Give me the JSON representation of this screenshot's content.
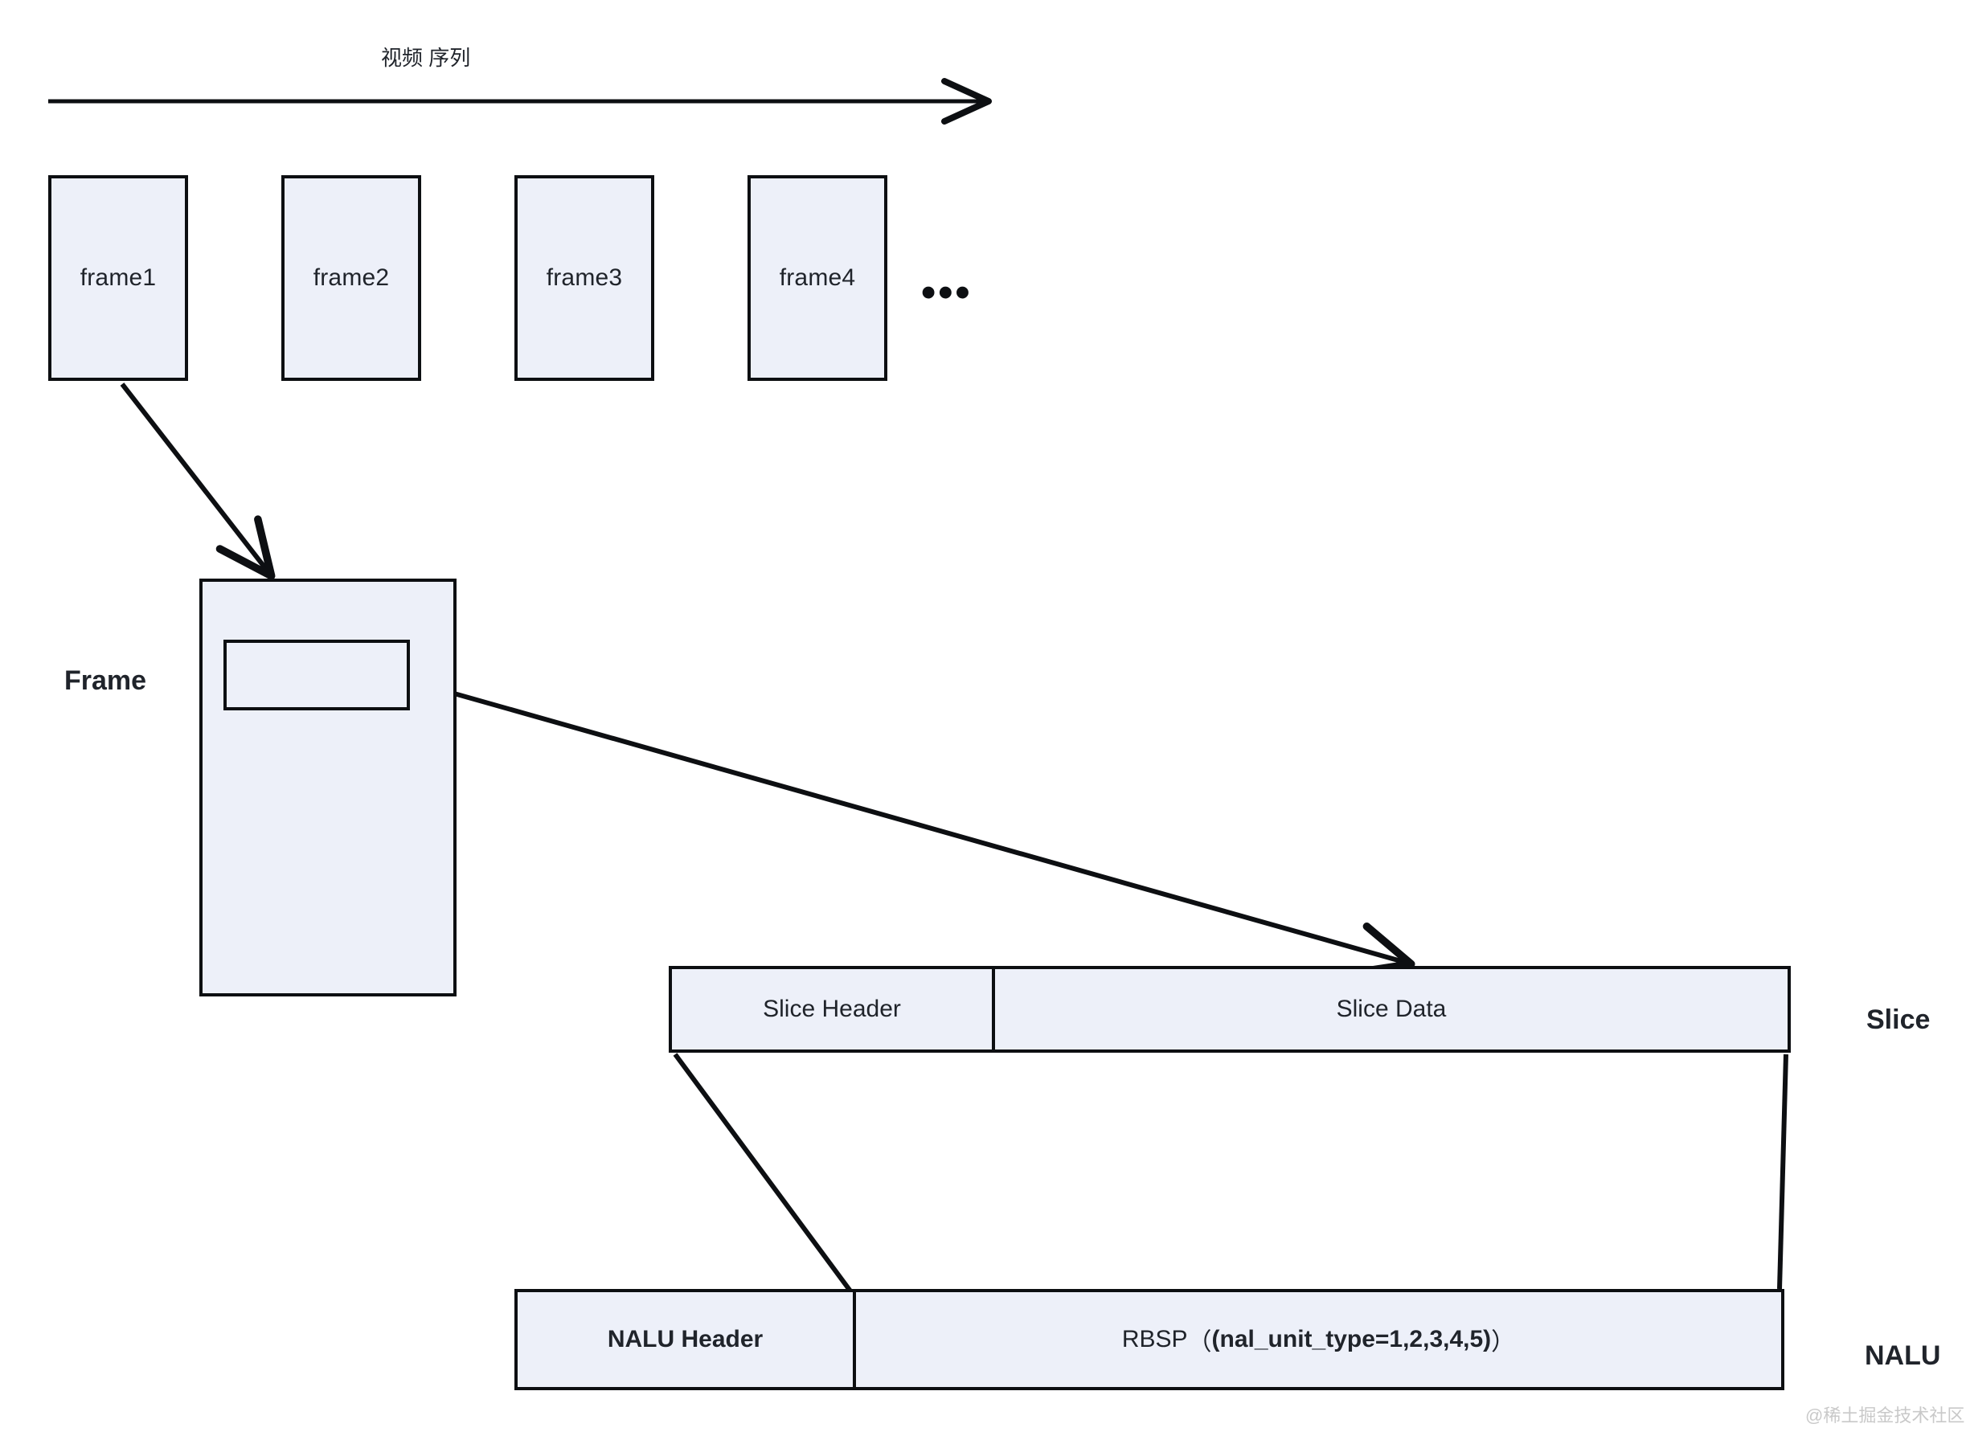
{
  "diagram": {
    "title": "视频 序列",
    "sequence_arrow": "right-arrow",
    "frames": [
      {
        "label": "frame1"
      },
      {
        "label": "frame2"
      },
      {
        "label": "frame3"
      },
      {
        "label": "frame4"
      }
    ],
    "ellipsis": "•••",
    "frame_detail": {
      "label": "Frame",
      "slice_region_label": ""
    },
    "slice": {
      "side_label": "Slice",
      "cells": [
        {
          "label": "Slice Header",
          "bold": false
        },
        {
          "label": "Slice Data",
          "bold": false
        }
      ]
    },
    "nalu": {
      "side_label": "NALU",
      "cells": [
        {
          "label": "NALU Header",
          "bold": true
        }
      ],
      "rbsp": {
        "prefix": "RBSP",
        "paren_open": "（",
        "inner": "(nal_unit_type=1,2,3,4,5)",
        "paren_close": "）"
      }
    },
    "watermark": "@稀土掘金技术社区",
    "colors": {
      "box_fill": "#edf0f9",
      "box_stroke": "#0d0f12",
      "text": "#20242b",
      "background": "#ffffff",
      "watermark": "#c9c9c9"
    }
  }
}
